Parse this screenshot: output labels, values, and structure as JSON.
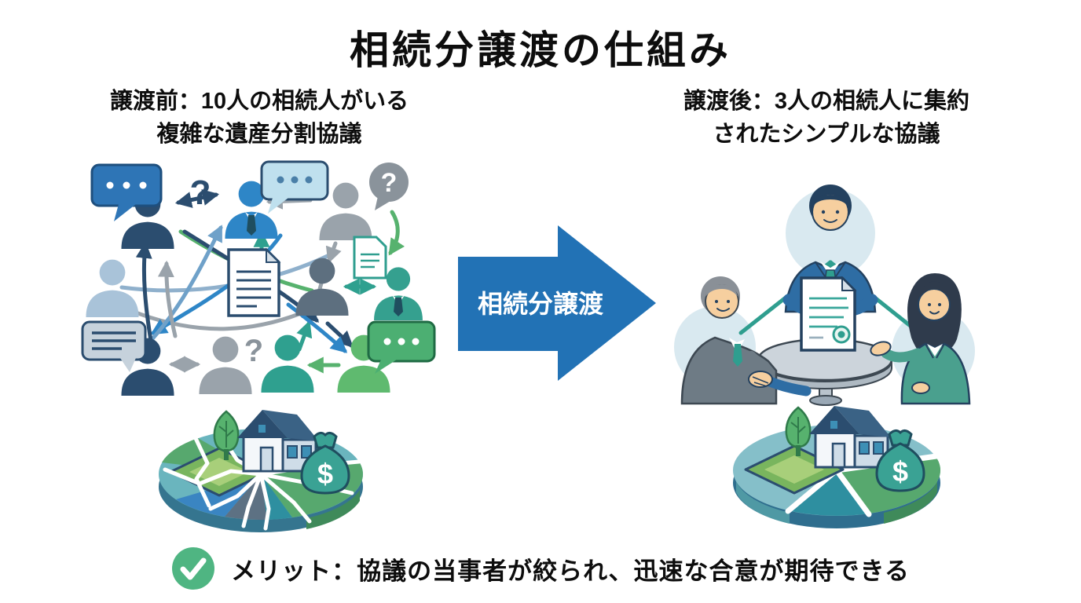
{
  "title": "相続分譲渡の仕組み",
  "before": {
    "heading_line1": "譲渡前：10人の相続人がいる",
    "heading_line2": "複雑な遺産分割協議"
  },
  "after": {
    "heading_line1": "譲渡後：3人の相続人に集約",
    "heading_line2": "されたシンプルな協議"
  },
  "transfer_arrow": {
    "label": "相続分譲渡"
  },
  "merit": {
    "label": "メリット：協議の当事者が絞られ、迅速な合意が期待できる"
  },
  "network": {
    "question_mark": "?"
  },
  "assets": {
    "dollar": "$"
  },
  "colors": {
    "arrow_blue": "#2272b5",
    "check_green": "#4fb582",
    "navy": "#2b4d6f",
    "teal": "#2f9e8f",
    "green": "#57a86e"
  }
}
